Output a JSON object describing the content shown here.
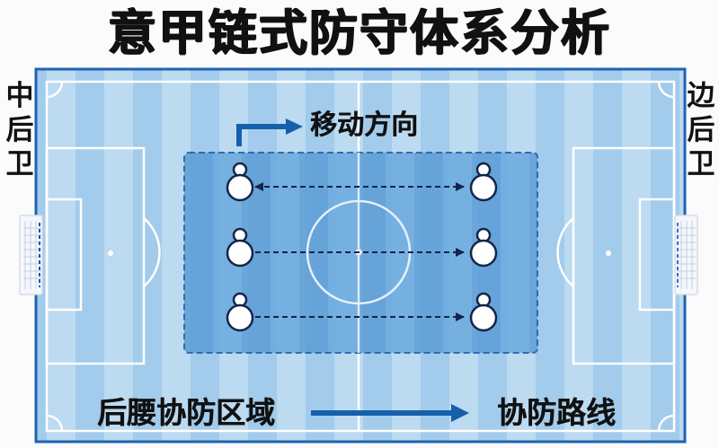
{
  "title": "意甲链式防守体系分析",
  "side_labels": {
    "left": [
      "中",
      "后",
      "卫"
    ],
    "right": [
      "边",
      "后",
      "卫"
    ],
    "left_text": "中后卫",
    "right_text": "边后卫"
  },
  "annotations": {
    "movement_direction": "移动方向",
    "cdm_cover_zone": "后腰协防区域",
    "cover_route": "协防路线"
  },
  "players": {
    "left_column": [
      {
        "row": 1,
        "arrow": "incoming"
      },
      {
        "row": 2,
        "arrow": "outgoing"
      },
      {
        "row": 3,
        "arrow": "outgoing"
      }
    ],
    "right_column": [
      {
        "row": 1,
        "arrow": "incoming"
      },
      {
        "row": 2,
        "arrow": "incoming"
      },
      {
        "row": 3,
        "arrow": "incoming"
      }
    ]
  },
  "colors": {
    "field_light": "#b9d8ef",
    "field_dark": "#9ecbeb",
    "field_border": "#1f63b3",
    "zone_fill": "#5a9fd8",
    "zone_border": "#1e5aa8",
    "arrow_blue": "#1660ab",
    "player_outline": "#14254a",
    "line_white": "#ffffff",
    "text": "#111111"
  }
}
